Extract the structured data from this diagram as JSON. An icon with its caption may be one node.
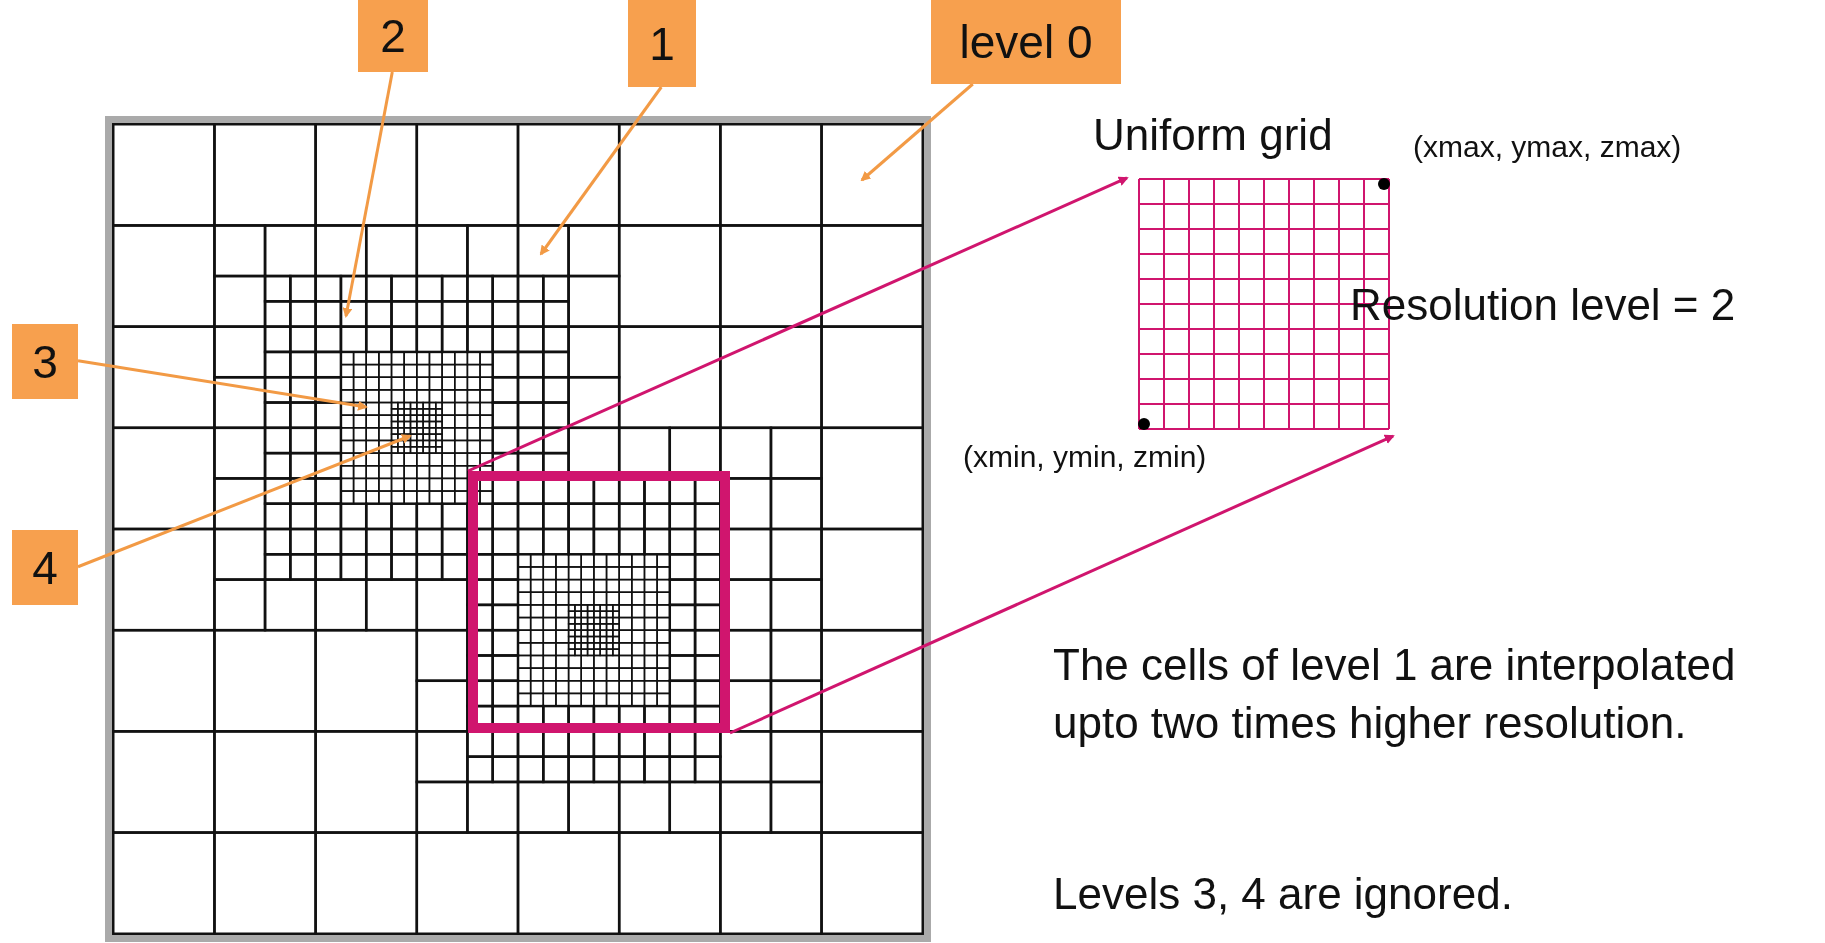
{
  "diagram": {
    "nodes": [
      {
        "text": [
          "2"
        ]
      },
      {
        "text": [
          "1"
        ]
      },
      {
        "text": [
          "level 0"
        ]
      },
      {
        "text": [
          "3"
        ]
      },
      {
        "text": [
          "4"
        ]
      },
      {
        "text": [],
        "shape": "picture"
      },
      {
        "text": [],
        "shape": "box",
        "in": 5
      },
      {
        "text": [
          "Uniform grid"
        ],
        "beside": [
          "(xmax, ymax, zmax)",
          "Resolution level = 2",
          "(xmin, ymin, zmin)"
        ]
      }
    ],
    "edges": [
      {
        "from": 0,
        "to": null,
        "arrow": "to"
      },
      {
        "from": 1,
        "to": null,
        "arrow": "to"
      },
      {
        "from": 2,
        "to": null,
        "arrow": "to"
      },
      {
        "from": 3,
        "to": null,
        "arrow": "to"
      },
      {
        "from": 4,
        "to": null,
        "arrow": "to"
      },
      {
        "from": 6,
        "to": 7,
        "arrow": "to",
        "color": "#d0156e"
      },
      {
        "from": 6,
        "to": 7,
        "arrow": "to",
        "color": "#d0156e"
      }
    ],
    "labels": [
      "The cells of level 1 are interpolated upto two times higher resolution.",
      "Levels 3, 4 are ignored."
    ]
  }
}
